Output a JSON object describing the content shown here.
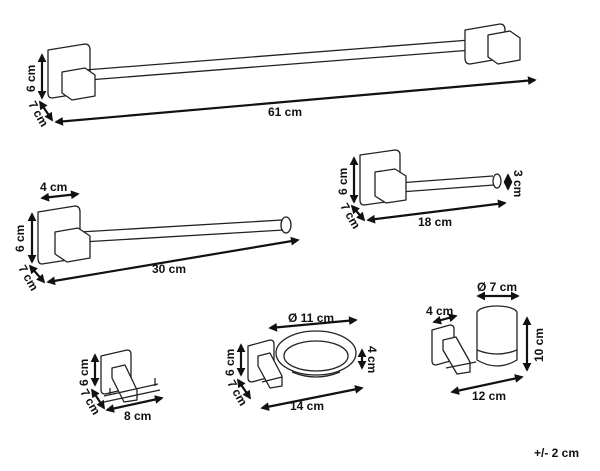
{
  "items": {
    "towel_bar_large": {
      "height": "6 cm",
      "depth": "7 cm",
      "length": "61 cm"
    },
    "towel_bar_small": {
      "width": "4 cm",
      "height": "6 cm",
      "depth": "7 cm",
      "length": "30 cm"
    },
    "paper_holder": {
      "height": "6 cm",
      "depth": "7 cm",
      "length": "18 cm",
      "diameter": "3 cm"
    },
    "hook": {
      "height": "6 cm",
      "depth": "7 cm",
      "length": "8 cm"
    },
    "soap_dish": {
      "diameter": "Ø 11 cm",
      "height": "6 cm",
      "depth": "7 cm",
      "length": "14 cm",
      "dish_height": "4 cm"
    },
    "tumbler_holder": {
      "width": "4 cm",
      "diameter": "Ø 7 cm",
      "height": "10 cm",
      "length": "12 cm"
    }
  },
  "tolerance": "+/- 2 cm"
}
